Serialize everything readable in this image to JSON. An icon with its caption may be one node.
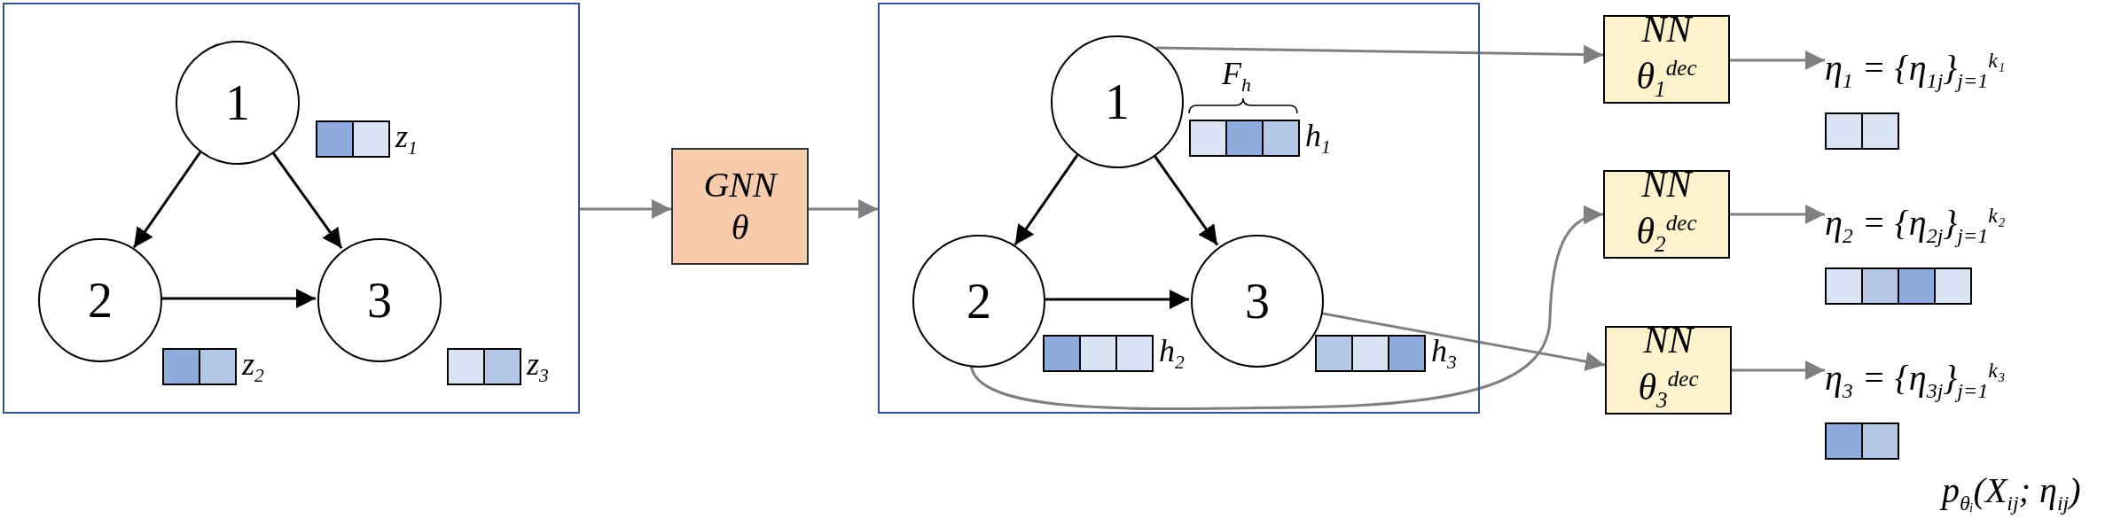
{
  "diagram": {
    "nodes": [
      {
        "text": [],
        "shape": "box"
      },
      {
        "text": [
          "1"
        ],
        "in": 0
      },
      {
        "text": [
          "2"
        ],
        "in": 0
      },
      {
        "text": [
          "3"
        ],
        "in": 0
      },
      {
        "text": [
          "GNN θ"
        ]
      },
      {
        "text": [],
        "shape": "box"
      },
      {
        "text": [
          "1"
        ],
        "in": 5
      },
      {
        "text": [
          "2"
        ],
        "in": 5
      },
      {
        "text": [
          "3"
        ],
        "in": 5
      },
      {
        "text": [
          "NN θ$_{1}$$^{dec}$"
        ]
      },
      {
        "text": [
          "NN θ$_{2}$$^{dec}$"
        ]
      },
      {
        "text": [
          "NN θ$_{3}$$^{dec}$"
        ]
      },
      {
        "text": [
          "η$_{1}$ = {η$_{1j}$}$_{j=1}$$^{k₁}$"
        ]
      },
      {
        "text": [
          "η$_{2}$ = {η$_{2j}$}$_{j=1}$$^{k₂}$"
        ]
      },
      {
        "text": [
          "η$_{3}$ = {η$_{3j}$}$_{j=1}$$^{k₃}$"
        ]
      },
      {
        "text": [
          "z$_{1}$"
        ],
        "in": 0
      },
      {
        "text": [
          "z$_{2}$"
        ],
        "in": 0
      },
      {
        "text": [
          "z$_{3}$"
        ],
        "in": 0
      },
      {
        "text": [
          "h$_{1}$"
        ],
        "in": 5
      },
      {
        "text": [
          "h$_{2}$"
        ],
        "in": 5
      },
      {
        "text": [
          "h$_{3}$"
        ],
        "in": 5
      }
    ],
    "edges": [
      {
        "from": 1,
        "to": 2,
        "arrow": "to",
        "color": "#000000"
      },
      {
        "from": 1,
        "to": 3,
        "arrow": "to",
        "color": "#000000"
      },
      {
        "from": 2,
        "to": 3,
        "arrow": "to",
        "color": "#000000"
      },
      {
        "from": 0,
        "to": 4,
        "arrow": "to"
      },
      {
        "from": 4,
        "to": 5,
        "arrow": "to"
      },
      {
        "from": 6,
        "to": 7,
        "arrow": "to",
        "color": "#000000"
      },
      {
        "from": 6,
        "to": 8,
        "arrow": "to",
        "color": "#000000"
      },
      {
        "from": 7,
        "to": 8,
        "arrow": "to",
        "color": "#000000"
      },
      {
        "from": 6,
        "to": 9,
        "arrow": "to"
      },
      {
        "from": 7,
        "to": 10,
        "arrow": "to"
      },
      {
        "from": 8,
        "to": 11,
        "arrow": "to"
      },
      {
        "from": 9,
        "to": 12,
        "arrow": "to"
      },
      {
        "from": 10,
        "to": 13,
        "arrow": "to"
      },
      {
        "from": 11,
        "to": 14,
        "arrow": "to"
      }
    ],
    "labels": [
      "F$_{h}$",
      "p$_{θᵢ}$(X$_{ij}$; η$_{ij}$)"
    ]
  }
}
